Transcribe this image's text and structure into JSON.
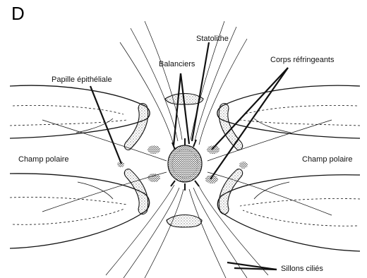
{
  "figure": {
    "panel_letter": "D",
    "labels": {
      "statolithe": "Statolithe",
      "balanciers": "Balanciers",
      "corps_refringeants": "Corps réfringeants",
      "papille_epitheliale": "Papille épithéliale",
      "champ_polaire_left": "Champ polaire",
      "champ_polaire_right": "Champ polaire",
      "sillons_cilies": "Sillons ciliés"
    }
  },
  "colors": {
    "ink": "#111111",
    "stipple": "#444444",
    "background": "#ffffff"
  }
}
